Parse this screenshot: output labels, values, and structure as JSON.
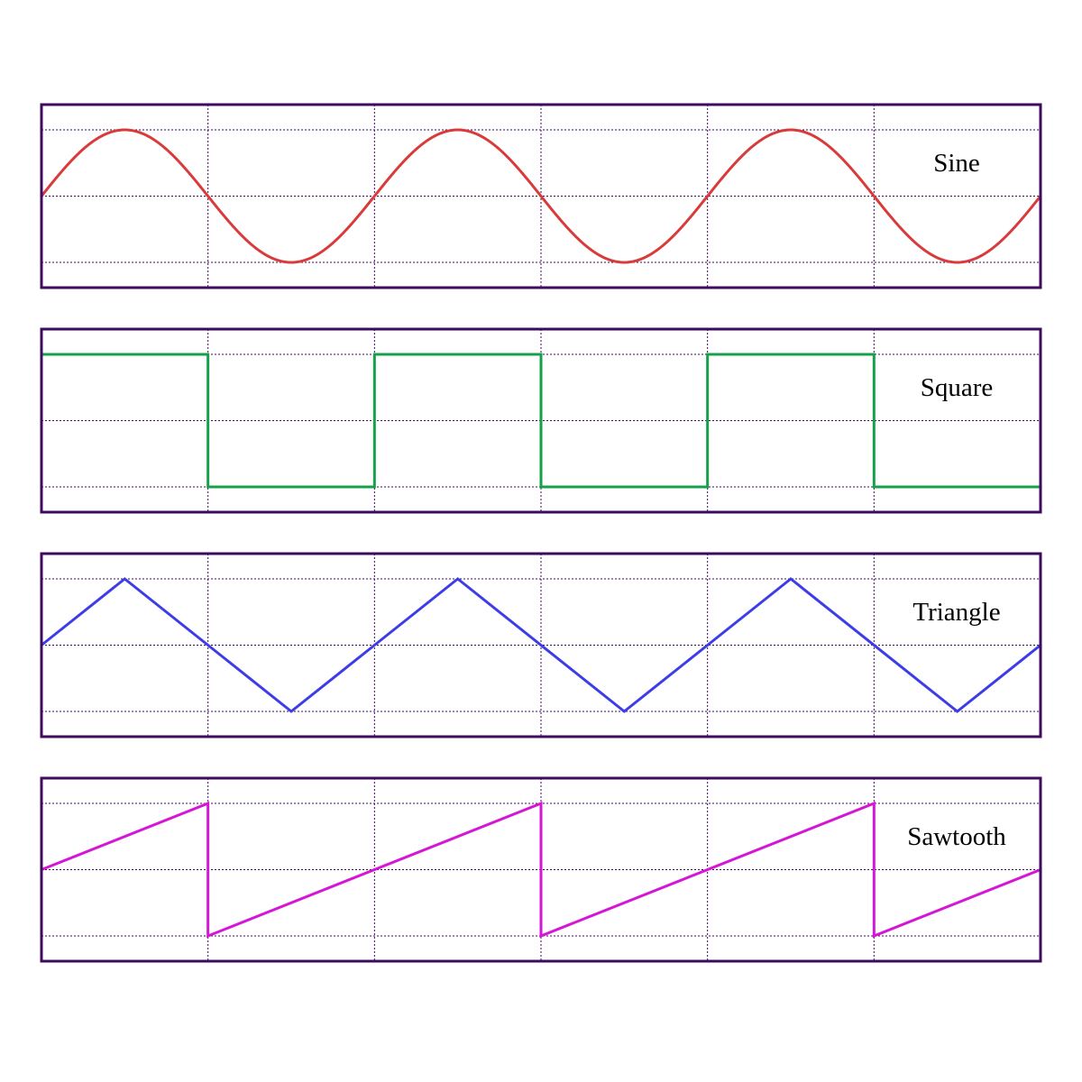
{
  "chart_data": [
    {
      "type": "line",
      "title": "Sine",
      "shape": "sine",
      "color": "#d93b3b",
      "x_range": [
        0,
        3
      ],
      "ylim": [
        -1,
        1
      ],
      "cycles": 3,
      "x_grid": [
        0.5,
        1,
        1.5,
        2,
        2.5
      ],
      "y_grid": [
        -1,
        0,
        1
      ],
      "series": [
        {
          "x": [
            0,
            0.25,
            0.5,
            0.75,
            1,
            1.25,
            1.5,
            1.75,
            2,
            2.25,
            2.5,
            2.75,
            3
          ],
          "y": [
            0,
            1,
            0,
            -1,
            0,
            1,
            0,
            -1,
            0,
            1,
            0,
            -1,
            0
          ]
        }
      ]
    },
    {
      "type": "line",
      "title": "Square",
      "shape": "square",
      "color": "#17a04a",
      "x_range": [
        0,
        3
      ],
      "ylim": [
        -1,
        1
      ],
      "cycles": 3,
      "x_grid": [
        0.5,
        1,
        1.5,
        2,
        2.5
      ],
      "y_grid": [
        -1,
        0,
        1
      ],
      "series": [
        {
          "x": [
            0,
            0.5,
            0.5,
            1,
            1,
            1.5,
            1.5,
            2,
            2,
            2.5,
            2.5,
            3
          ],
          "y": [
            1,
            1,
            -1,
            -1,
            1,
            1,
            -1,
            -1,
            1,
            1,
            -1,
            -1
          ]
        }
      ]
    },
    {
      "type": "line",
      "title": "Triangle",
      "shape": "triangle",
      "color": "#3d3de8",
      "x_range": [
        0,
        3
      ],
      "ylim": [
        -1,
        1
      ],
      "cycles": 3,
      "x_grid": [
        0.5,
        1,
        1.5,
        2,
        2.5
      ],
      "y_grid": [
        -1,
        0,
        1
      ],
      "series": [
        {
          "x": [
            0,
            0.25,
            0.75,
            1,
            1.25,
            1.75,
            2,
            2.25,
            2.75,
            3
          ],
          "y": [
            0,
            1,
            -1,
            0,
            1,
            -1,
            0,
            1,
            -1,
            0
          ]
        }
      ]
    },
    {
      "type": "line",
      "title": "Sawtooth",
      "shape": "sawtooth",
      "color": "#d616d6",
      "x_range": [
        0,
        3
      ],
      "ylim": [
        -1,
        1
      ],
      "cycles": 3,
      "x_grid": [
        0.5,
        1,
        1.5,
        2,
        2.5
      ],
      "y_grid": [
        -1,
        0,
        1
      ],
      "series": [
        {
          "x": [
            0,
            0.5,
            0.5,
            1.5,
            1.5,
            2.5,
            2.5,
            3
          ],
          "y": [
            0,
            1,
            -1,
            1,
            -1,
            1,
            -1,
            0
          ]
        }
      ]
    }
  ]
}
